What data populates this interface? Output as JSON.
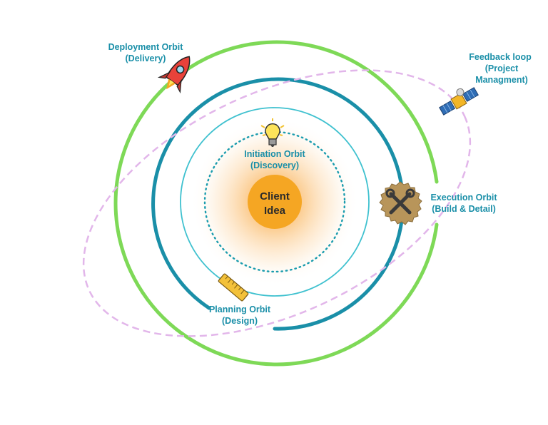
{
  "center": {
    "line1": "Client",
    "line2": "Idea"
  },
  "orbits": {
    "initiation": {
      "line1": "Initiation Orbit",
      "line2": "(Discovery)"
    },
    "planning": {
      "line1": "Planning Orbit",
      "line2": "(Design)"
    },
    "execution": {
      "line1": "Execution Orbit",
      "line2": "(Build & Detail)"
    },
    "deployment": {
      "line1": "Deployment Orbit",
      "line2": "(Delivery)"
    },
    "feedback": {
      "line1": "Feedback loop",
      "line2": "(Project",
      "line3": "Managment)"
    }
  },
  "colors": {
    "deployment_ring": "#7ed957",
    "execution_ring": "#1a8fa8",
    "initiation_ring": "#3fc1cf",
    "dotted_ring": "#1a9cae",
    "feedback_loop": "#e2b6ea",
    "sun_core": "#f5a623",
    "label": "#1a8fa8"
  },
  "icons": {
    "rocket": "rocket-icon",
    "satellite": "satellite-icon",
    "lightbulb": "lightbulb-icon",
    "tools": "wrench-gear-icon",
    "ruler": "ruler-icon"
  }
}
